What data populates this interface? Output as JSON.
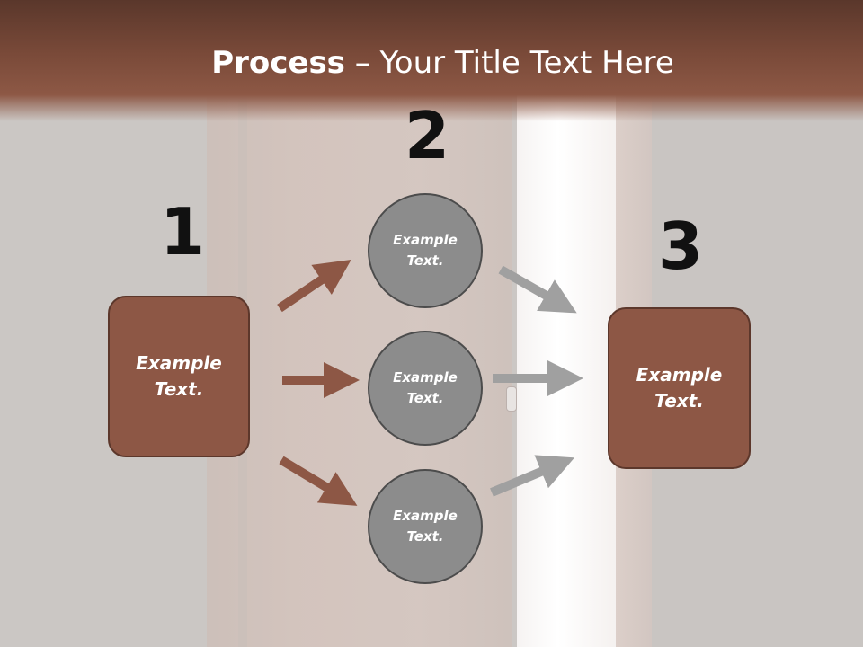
{
  "title": {
    "bold": "Process",
    "rest": " – Your Title Text Here"
  },
  "steps": {
    "one": "1",
    "two": "2",
    "three": "3"
  },
  "left_box": {
    "text": "Example\nText."
  },
  "right_box": {
    "text": "Example\nText."
  },
  "circles": [
    {
      "text": "Example\nText."
    },
    {
      "text": "Example\nText."
    },
    {
      "text": "Example\nText."
    }
  ],
  "colors": {
    "brown": "#8d5745",
    "gray": "#8c8c8c",
    "arrow_brown": "#8d5745",
    "arrow_gray": "#a0a0a0"
  }
}
